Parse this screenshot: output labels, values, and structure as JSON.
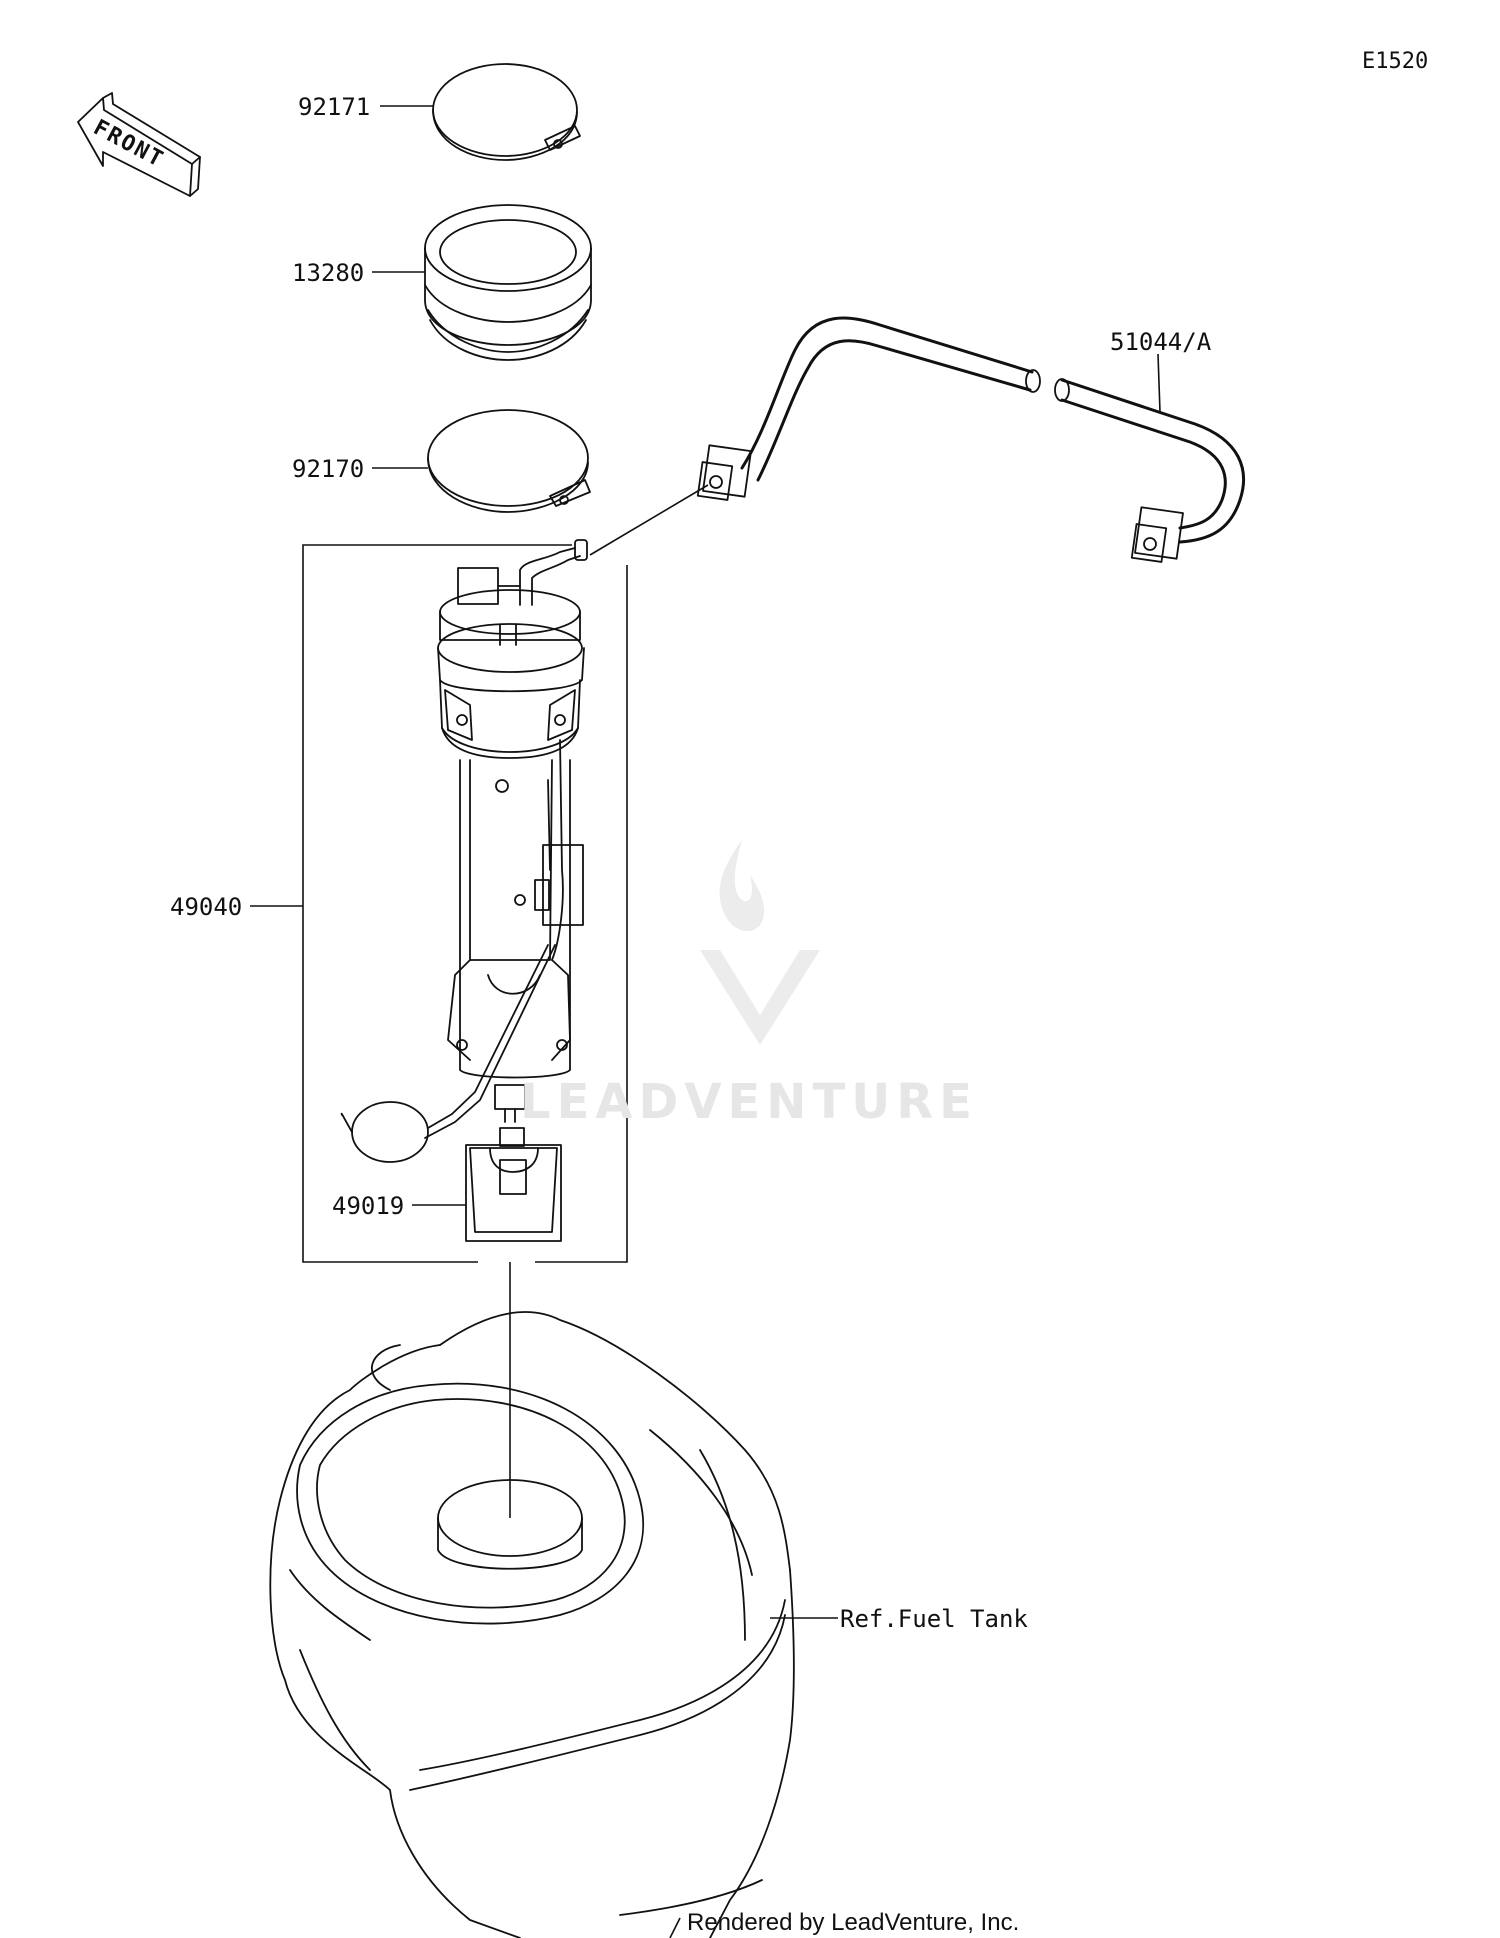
{
  "diagram_code": "E1520",
  "front_label": "FRONT",
  "watermark": "LEADVENTURE",
  "credit": "Rendered by LeadVenture, Inc.",
  "parts": [
    {
      "id": "clamp-upper",
      "number": "92171"
    },
    {
      "id": "gasket",
      "number": "13280"
    },
    {
      "id": "clamp-lower",
      "number": "92170"
    },
    {
      "id": "fuel-hose",
      "number": "51044/A"
    },
    {
      "id": "fuel-pump-assembly",
      "number": "49040"
    },
    {
      "id": "filter",
      "number": "49019"
    }
  ],
  "reference": "Ref.Fuel Tank"
}
